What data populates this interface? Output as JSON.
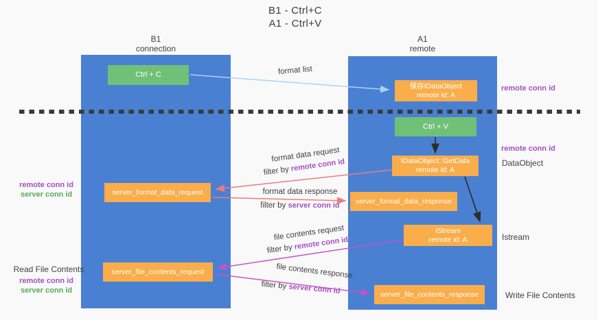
{
  "title": {
    "line1": "B1 - Ctrl+C",
    "line2": "A1 - Ctrl+V"
  },
  "lifelines": {
    "b1": {
      "name": "B1",
      "role": "connection"
    },
    "a1": {
      "name": "A1",
      "role": "remote"
    }
  },
  "boxes": {
    "ctrl_c": {
      "label": "Ctrl + C"
    },
    "save_idataobject": {
      "line1": "保存IDataObject",
      "line2": "remote id: A"
    },
    "ctrl_v": {
      "label": "Ctrl + V"
    },
    "getdata": {
      "line1": "IDataObject::GetData",
      "line2": "remote id: A"
    },
    "format_request": {
      "label": "server_format_data_request"
    },
    "format_response": {
      "label": "server_format_data_response"
    },
    "istream": {
      "line1": "IStream",
      "line2": "remote id: A"
    },
    "file_request": {
      "label": "server_file_contents_request"
    },
    "file_response": {
      "label": "server_file_contents_response"
    }
  },
  "arrow_labels": {
    "format_list": "format list",
    "format_request": {
      "line1": "format data request",
      "filter_prefix": "filter by ",
      "filter_key": "remote conn id"
    },
    "format_response": {
      "line1": "format data response",
      "filter_prefix": "filter by ",
      "filter_key": "server conn id"
    },
    "file_request": {
      "line1": "file contents request",
      "filter_prefix": "filter by ",
      "filter_key": "remote conn id"
    },
    "file_response": {
      "line1": "file contents response",
      "filter_prefix": "filter by ",
      "filter_key": "server conn id"
    }
  },
  "side_labels": {
    "right_remote_conn_id_top": "remote conn id",
    "right_remote_conn_id_mid": "remote conn id",
    "right_dataobject": "DataObject",
    "right_istream": "Istream",
    "right_write_file_contents": "Write File Contents",
    "left_mid": {
      "remote": "remote conn id",
      "server": "server conn id"
    },
    "left_read_file_contents": "Read File Contents",
    "left_bottom": {
      "remote": "remote conn id",
      "server": "server conn id"
    }
  },
  "colors": {
    "lifeline_blue": "#4a80d2",
    "box_orange": "#f9ad4b",
    "box_green": "#71c077",
    "arrow_salmon": "#ee7b7b",
    "arrow_magenta": "#c454c4",
    "arrow_light_blue": "#a9d4f2",
    "arrow_black": "#2d2d2d",
    "label_purple": "#a64fc0",
    "label_green": "#56ab57",
    "separator_dash": "#3a3a3a"
  }
}
